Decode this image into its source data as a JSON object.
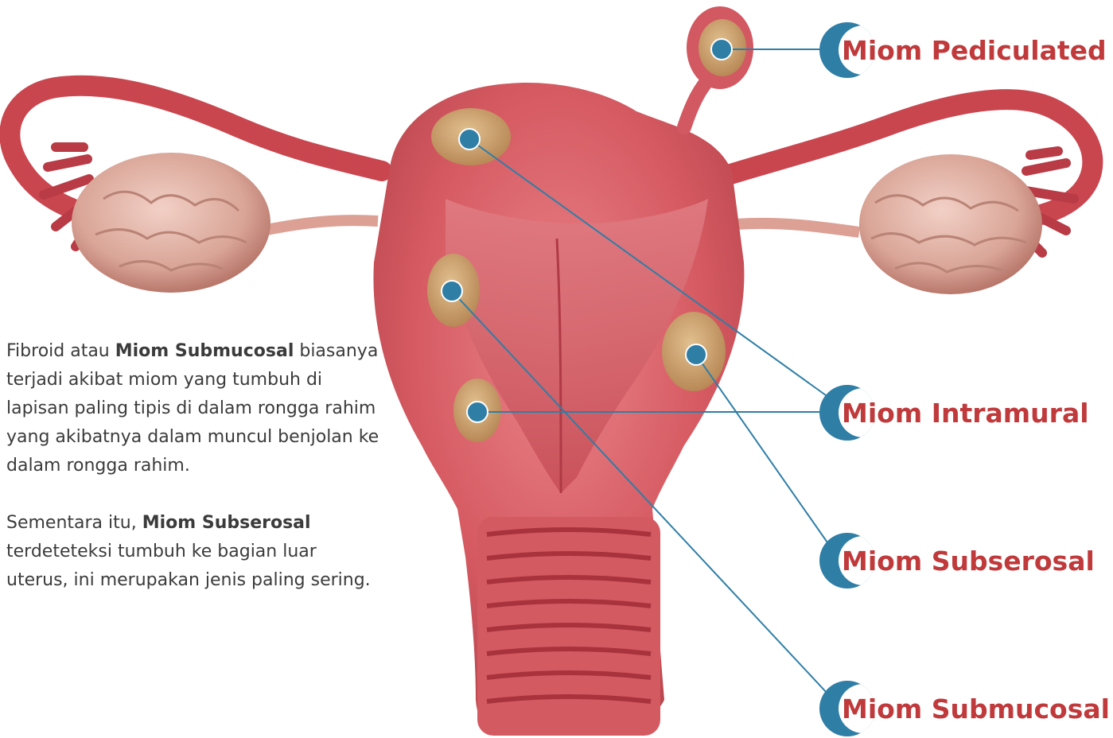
{
  "labels": {
    "pediculated": "Miom Pediculated",
    "intramural": "Miom Intramural",
    "subserosal": "Miom Subserosal",
    "submucosal": "Miom Submucosal"
  },
  "paragraph1": {
    "prefix": "Fibroid atau ",
    "bold": "Miom Submucosal",
    "suffix": " biasanya terjadi akibat miom yang tumbuh di lapisan paling tipis di dalam rongga rahim yang akibatnya dalam muncul benjolan ke dalam rongga rahim."
  },
  "paragraph2": {
    "prefix": "Sementara itu, ",
    "bold": "Miom Subserosal",
    "suffix": " terdeteteksi tumbuh ke bagian luar uterus, ini merupakan jenis paling sering."
  },
  "colors": {
    "accent": "#2f7ea6",
    "label_text": "#c0393b",
    "tissue": "#d95c63",
    "fibroid": "#c89a6a"
  }
}
